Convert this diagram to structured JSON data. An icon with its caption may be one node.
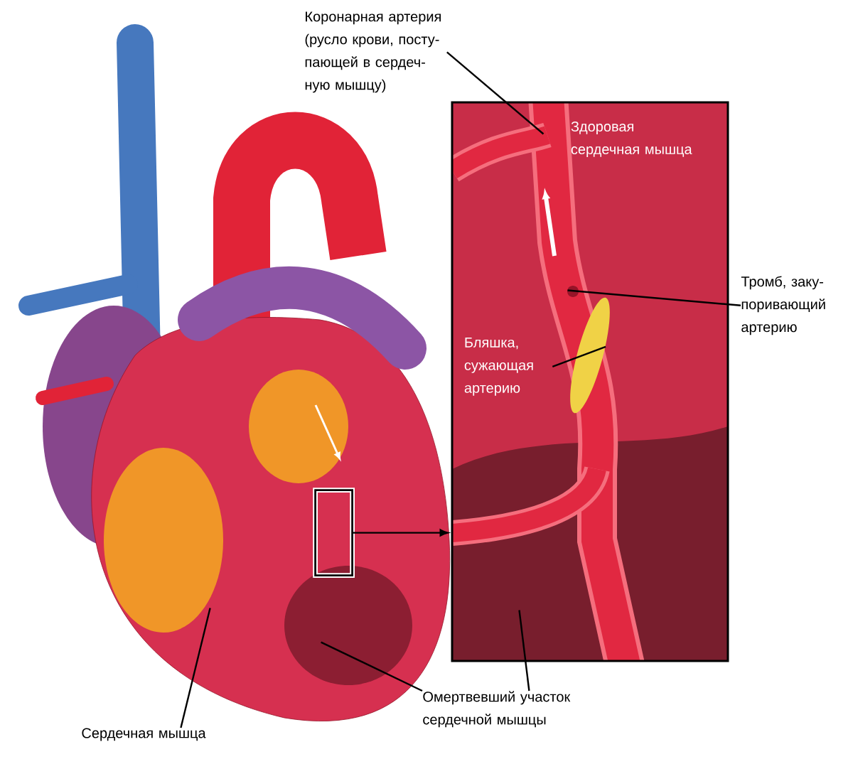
{
  "diagram": {
    "nodes": [
      {
        "text": [
          "Коронарная артерия (русло крови, посту- пающей в сердеч- ную мышцу)"
        ]
      },
      {
        "text": [],
        "shape": "picture"
      },
      {
        "text": [],
        "shape": "box",
        "in": 1
      },
      {
        "text": [],
        "shape": "picture"
      },
      {
        "text": [
          "Здоровая сердечная мышца"
        ],
        "in": 3
      },
      {
        "text": [
          "Тромб, заку- поривающий артерию"
        ]
      },
      {
        "text": [
          "Бляшка, сужающая артерию"
        ],
        "in": 3
      },
      {
        "text": [
          "Сердечная мышца"
        ]
      },
      {
        "text": [
          "Омертвевший участок сердечной мышцы"
        ]
      }
    ],
    "edges": [
      {
        "from": 2,
        "to": 3,
        "arrow": "to"
      },
      {
        "from": 0,
        "to": 3,
        "arrow": "none"
      },
      {
        "from": 5,
        "to": 3,
        "arrow": "none"
      },
      {
        "from": 6,
        "to": null,
        "arrow": "none"
      },
      {
        "from": 7,
        "to": 1,
        "arrow": "none"
      },
      {
        "from": 8,
        "to": 1,
        "arrow": "none"
      },
      {
        "from": 8,
        "to": 3,
        "arrow": "none"
      }
    ]
  }
}
